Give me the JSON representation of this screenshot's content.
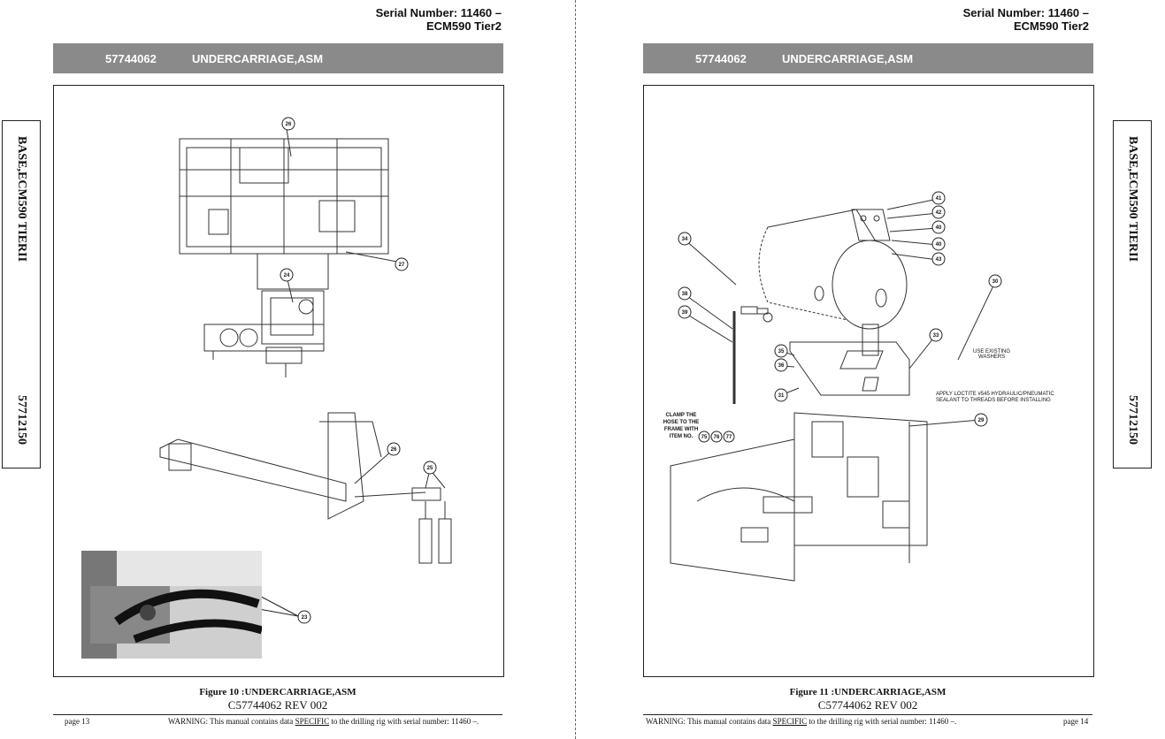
{
  "left": {
    "serial_number": "Serial Number: 11460 –",
    "model": "ECM590 Tier2",
    "part_number": "57744062",
    "title": "UNDERCARRIAGE,ASM",
    "side_title": "BASE,ECM590 TIERII",
    "side_code": "57712150",
    "callouts": [
      "26",
      "27",
      "24",
      "26",
      "25",
      "23"
    ],
    "figure_caption": "Figure 10 :UNDERCARRIAGE,ASM",
    "revision": "C57744062 REV 002",
    "page_label": "page 13",
    "warning_prefix": "WARNING:  This manual contains data ",
    "warning_emph": "SPECIFIC",
    "warning_suffix": " to the drilling rig with serial number: 11460 –."
  },
  "right": {
    "serial_number": "Serial Number: 11460 –",
    "model": "ECM590 Tier2",
    "part_number": "57744062",
    "title": "UNDERCARRIAGE,ASM",
    "side_title": "BASE,ECM590 TIERII",
    "side_code": "57712150",
    "callouts": [
      "41",
      "42",
      "40",
      "40",
      "43",
      "34",
      "38",
      "39",
      "35",
      "36",
      "31",
      "30",
      "33",
      "29"
    ],
    "clamp_note": [
      "CLAMP THE",
      "HOSE TO THE",
      "FRAME WITH",
      "ITEM NO."
    ],
    "clamp_items": [
      "75",
      "76",
      "77"
    ],
    "washer_note": [
      "USE EXISTING",
      "WASHERS"
    ],
    "loctite_note": [
      "APPLY LOCTITE #545 HYDRAULIC/PNEUMATIC",
      "SEALANT TO THREADS BEFORE INSTALLING"
    ],
    "figure_caption": "Figure 11 :UNDERCARRIAGE,ASM",
    "revision": "C57744062 REV 002",
    "page_label": "page 14",
    "warning_prefix": "WARNING:  This manual contains data ",
    "warning_emph": "SPECIFIC",
    "warning_suffix": " to the drilling rig with serial number: 11460 –."
  }
}
